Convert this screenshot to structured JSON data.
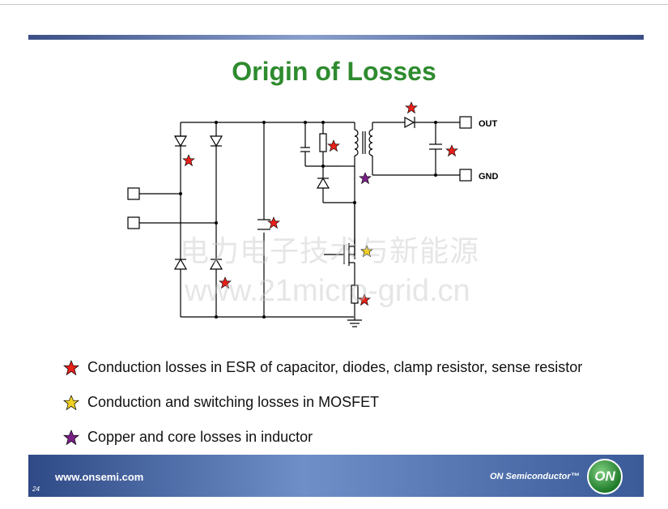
{
  "slide": {
    "title": "Origin of Losses",
    "watermark_line1": "电力电子技术与新能源",
    "watermark_line2": "www.21micro-grid.cn"
  },
  "circuit": {
    "terminals": {
      "out": "OUT",
      "gnd": "GND"
    }
  },
  "legend": [
    {
      "star_color": "#e8201a",
      "text": "Conduction losses in ESR of capacitor, diodes, clamp resistor, sense resistor"
    },
    {
      "star_color": "#f2d021",
      "text": "Conduction and switching losses in MOSFET"
    },
    {
      "star_color": "#7a1f86",
      "text": "Copper and core losses in inductor"
    }
  ],
  "footer": {
    "url": "www.onsemi.com",
    "page_number": "24",
    "brand": "ON Semiconductor™",
    "logo_text": "ON"
  },
  "colors": {
    "title": "#2e8b2e",
    "bar": "#3c4f86",
    "star_red": "#e8201a",
    "star_yellow": "#f2d021",
    "star_purple": "#7a1f86"
  }
}
